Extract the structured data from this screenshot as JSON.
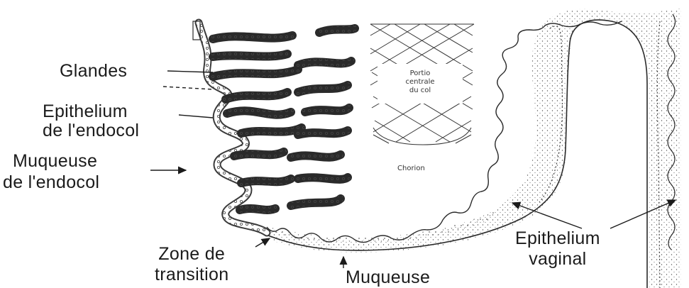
{
  "labels": {
    "glandes": "Glandes",
    "epithelium_endocol_1": "Epithelium",
    "epithelium_endocol_2": "de l'endocol",
    "muqueuse_endocol_1": "Muqueuse",
    "muqueuse_endocol_2": "de l'endocol",
    "zone_transition_1": "Zone de",
    "zone_transition_2": "transition",
    "muqueuse_bottom": "Muqueuse",
    "epithelium_vaginal_1": "Epithelium",
    "epithelium_vaginal_2": "vaginal"
  },
  "inner_labels": {
    "portio_1": "Portio",
    "portio_2": "centrale",
    "portio_3": "du col",
    "chorion": "Chorion"
  },
  "colors": {
    "line": "#2a2a2a",
    "stipple": "#6a6a6a",
    "background": "#ffffff"
  }
}
